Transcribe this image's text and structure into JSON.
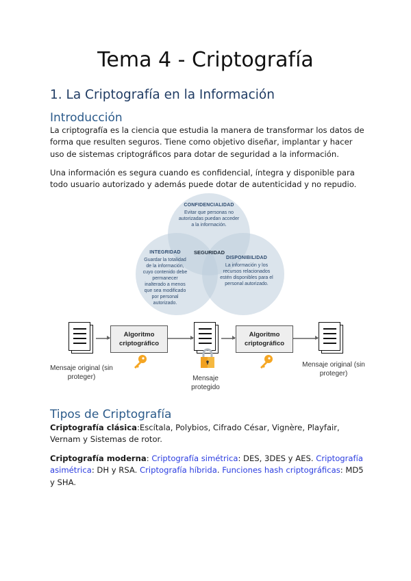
{
  "document": {
    "title": "Tema 4 - Criptografía",
    "section_heading": "1. La Criptografía en la Información",
    "intro": {
      "heading": "Introducción",
      "paragraph1": "La criptografía es la ciencia que estudia la manera de transformar los datos de forma que resulten seguros. Tiene como objetivo diseñar, implantar y hacer uso de sistemas criptográficos para dotar de seguridad a la información.",
      "paragraph2": "Una información es segura cuando es confidencial, íntegra y disponible para todo usuario autorizado y además puede dotar de autenticidad y no repudio."
    },
    "venn": {
      "center": "SEGURIDAD",
      "confidencialidad": {
        "title": "CONFIDENCIALIDAD",
        "body": "Evitar que personas no autorizadas puedan acceder a la información."
      },
      "integridad": {
        "title": "INTEGRIDAD",
        "body": "Guardar la totalidad de la información, cuyo contenido debe permanecer inalterado a menos que sea modificado por personal autorizado."
      },
      "disponibilidad": {
        "title": "DISPONIBILIDAD",
        "body": "La información y los recursos relacionados estén disponibles para el personal autorizado."
      }
    },
    "flow": {
      "algo1": "Algoritmo criptográfico",
      "algo2": "Algoritmo criptográfico",
      "label_original1": "Mensaje original (sin proteger)",
      "label_protected": "Mensaje protegido",
      "label_original2": "Mensaje original (sin proteger)",
      "colors": {
        "key": "#f5a623",
        "lock_body": "#f0a020",
        "lock_shackle": "#b0b8c0"
      }
    },
    "tipos": {
      "heading": "Tipos de Criptografía",
      "clasica_label": "Criptografía clásica",
      "clasica_text": ":Escítala, Polybios, Cifrado César, Vignère, Playfair, Vernam y Sistemas de rotor.",
      "moderna_label": "Criptografía moderna",
      "moderna_sep": ": ",
      "link_simetrica": "Criptografía simétrica",
      "simetrica_text": ": DES, 3DES y AES. ",
      "link_asimetrica": "Criptografía asimétrica",
      "asimetrica_text": ": DH y RSA. ",
      "link_hibrida": "Criptografía híbrida",
      "hibrida_text": ". ",
      "link_hash": "Funciones hash criptográficas",
      "hash_text": ": MD5 y SHA."
    },
    "colors": {
      "heading1": "#1f3b63",
      "heading2": "#2b5a8a",
      "link": "#2b3de0"
    }
  }
}
